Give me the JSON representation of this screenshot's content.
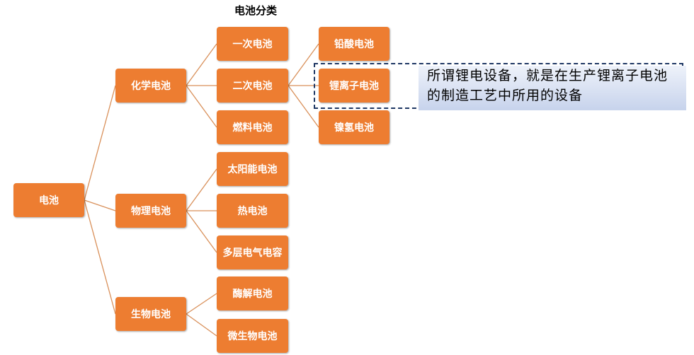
{
  "title": "电池分类",
  "nodes": {
    "root": "电池",
    "chemical": "化学电池",
    "physical": "物理电池",
    "biological": "生物电池",
    "primary": "一次电池",
    "secondary": "二次电池",
    "fuel": "燃料电池",
    "solar": "太阳能电池",
    "thermal": "热电池",
    "supercap": "多层电气电容",
    "enzyme": "酶解电池",
    "microbial": "微生物电池",
    "lead_acid": "铅酸电池",
    "lithium_ion": "锂离子电池",
    "nimh": "镍氢电池"
  },
  "callout": {
    "text": "所谓锂电设备，就是在生产锂离子电池的制造工艺中所用的设备"
  },
  "colors": {
    "node_fill": "#ed7d31",
    "connector": "#d9905a",
    "callout_border": "#1f3864"
  }
}
